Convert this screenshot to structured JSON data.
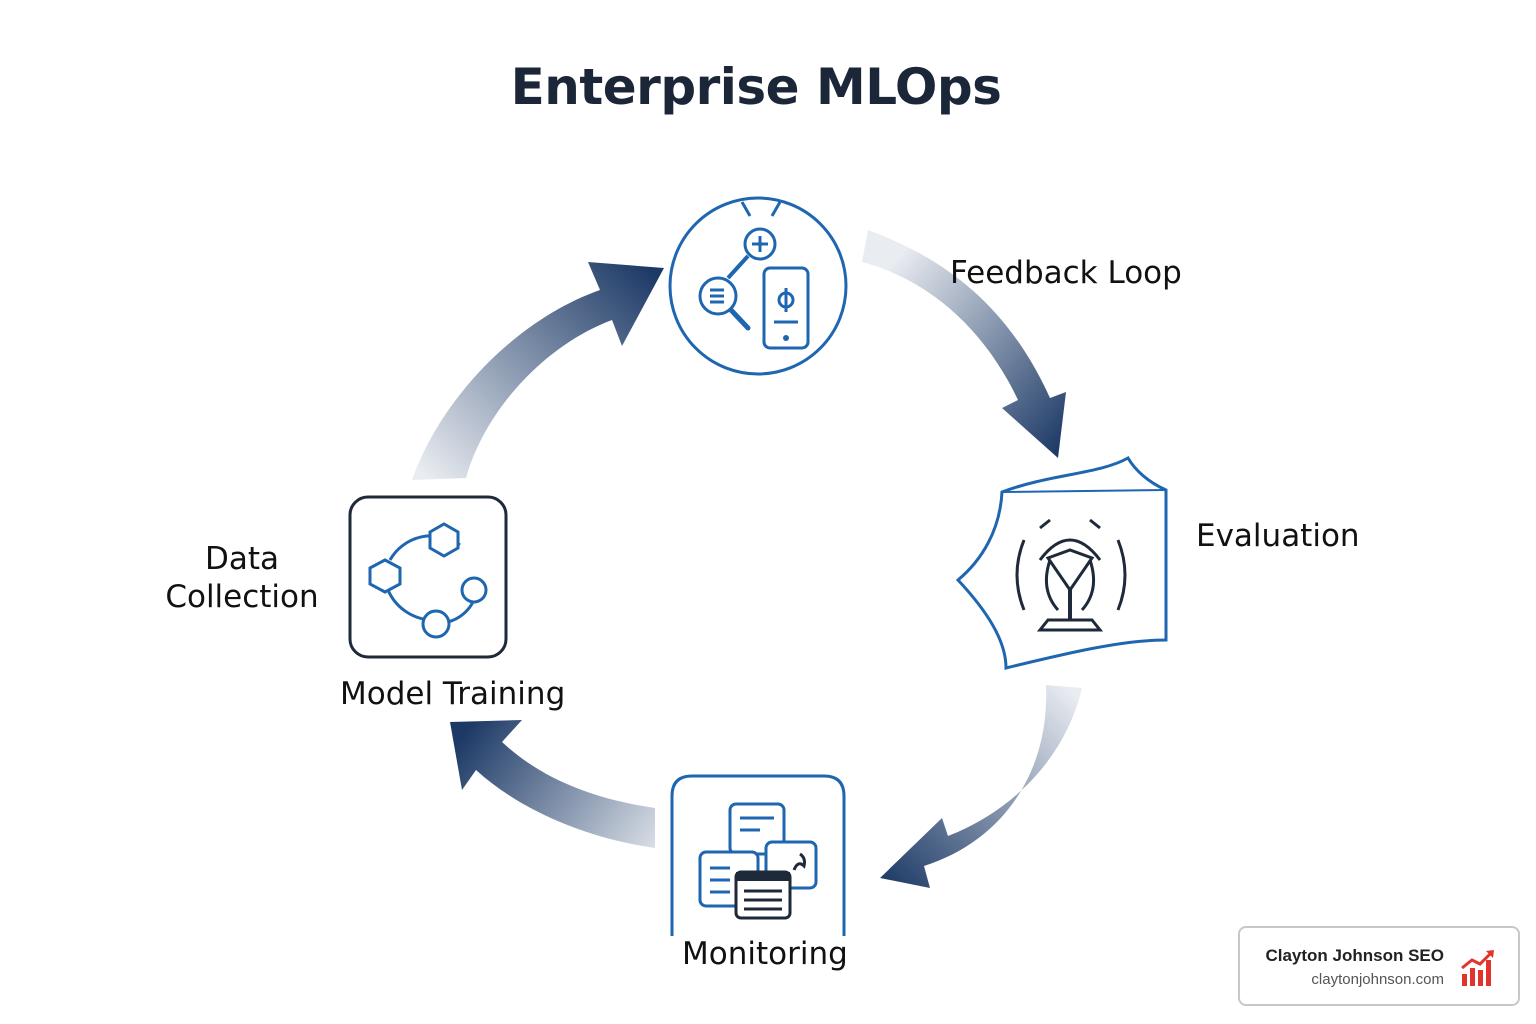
{
  "title": "Enterprise MLOps",
  "stages": {
    "feedback_loop": "Feedback Loop",
    "evaluation": "Evaluation",
    "data_collection": "Data\nCollection",
    "model_training": "Model Training",
    "monitoring": "Monitoring"
  },
  "icons": {
    "top": "molecule-phone-search-icon",
    "right": "evaluation-machine-icon",
    "left": "hexagon-network-icon",
    "bottom": "monitoring-windows-icon"
  },
  "colors": {
    "arrow_dark": "#1d3a66",
    "icon_blue": "#1f66b0",
    "frame_dark": "#1e2a3a",
    "brand_red": "#e0342c"
  },
  "brand": {
    "name": "Clayton Johnson SEO",
    "url": "claytonjohnson.com"
  }
}
